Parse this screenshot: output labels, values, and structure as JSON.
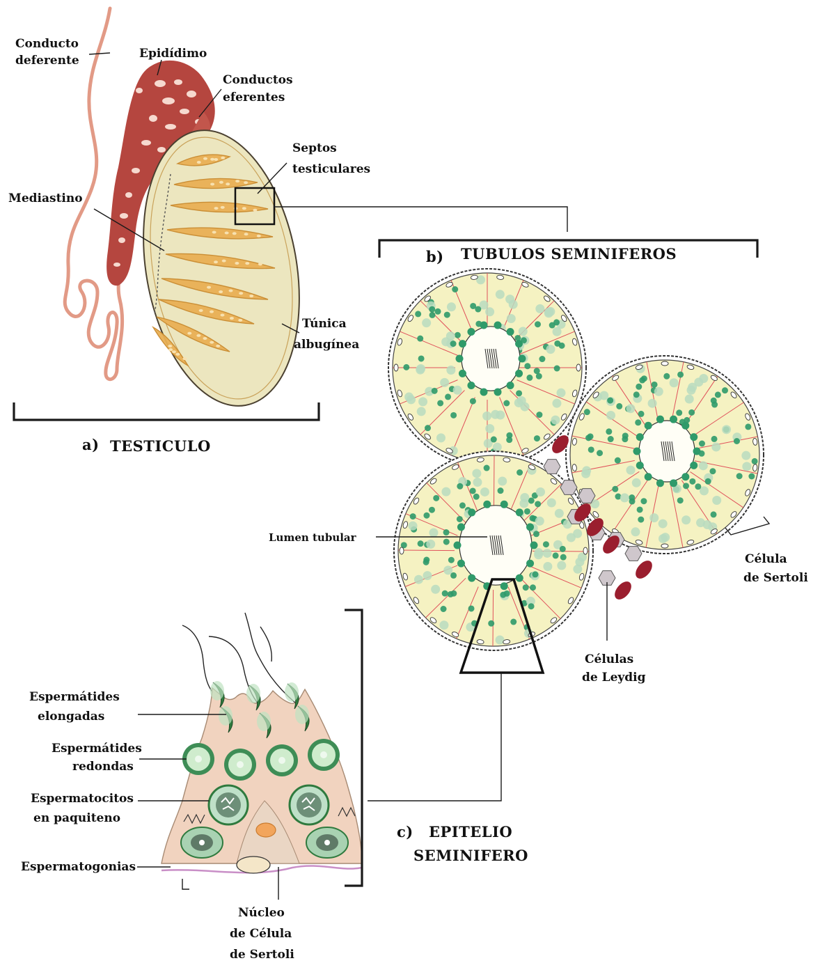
{
  "panel_a": {
    "caption_letter": "a)",
    "caption": "TESTICULO",
    "labels": {
      "conducto_deferente": [
        "Conducto",
        "deferente"
      ],
      "epididimo": "Epidídimo",
      "conductos_eferentes": [
        "Conductos",
        "eferentes"
      ],
      "septos": [
        "Septos",
        "testiculares"
      ],
      "mediastino": "Mediastino",
      "tunica": [
        "Túnica",
        "albugínea"
      ]
    }
  },
  "panel_b": {
    "caption_letter": "b)",
    "caption": "TUBULOS SEMINIFEROS",
    "labels": {
      "lumen": "Lumen tubular",
      "sertoli": [
        "Célula",
        "de Sertoli"
      ],
      "leydig": [
        "Células",
        "de Leydig"
      ]
    }
  },
  "panel_c": {
    "caption_letter": "c)",
    "caption": [
      "EPITELIO",
      "SEMINIFERO"
    ],
    "labels": {
      "elongadas": [
        "Espermátides",
        "elongadas"
      ],
      "redondas": [
        "Espermátides",
        "redondas"
      ],
      "paquiteno": [
        "Espermatocitos",
        "en paquiteno"
      ],
      "espermatogonias": "Espermatogonias",
      "nucleo_sertoli": [
        "Núcleo",
        "de Célula",
        "de Sertoli"
      ]
    }
  },
  "colors": {
    "deferent_duct": "#e29a86",
    "epididymis": "#b5463f",
    "testis_fill": "#ece6bf",
    "lobule": "#e9b055",
    "tubule_fill": "#f5f2c2",
    "green_cell": "#2f9a6a",
    "pale_cell": "#b9dcc0",
    "sertoli_line": "#e0505a",
    "leydig_dark": "#9a1e2e",
    "leydig_light": "#cfc7cc",
    "epithelium": "#f1d3bf",
    "basement": "#c98fc7"
  }
}
